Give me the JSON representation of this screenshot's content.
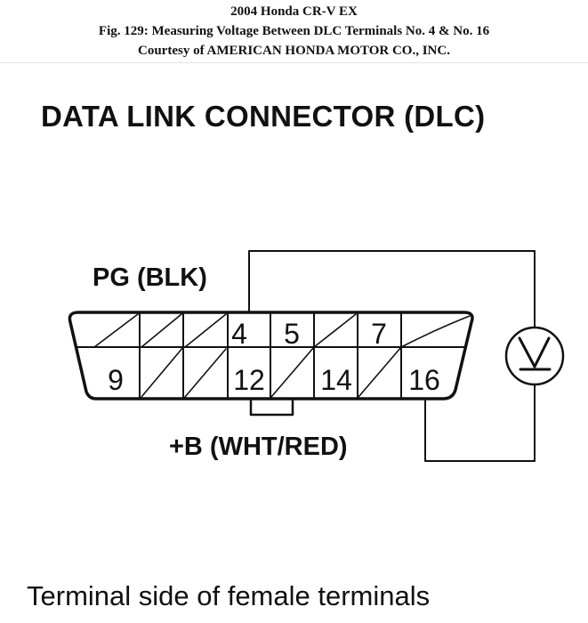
{
  "header": {
    "vehicle": "2004 Honda CR-V EX",
    "figure_title": "Fig. 129: Measuring Voltage Between DLC Terminals No. 4 & No. 16",
    "courtesy": "Courtesy of AMERICAN HONDA MOTOR CO., INC."
  },
  "diagram": {
    "title": "DATA LINK CONNECTOR (DLC)",
    "ground_label": "PG (BLK)",
    "power_label": "+B (WHT/RED)",
    "caption": "Terminal side of female terminals",
    "meter_symbol": "V",
    "terminals": {
      "top_row": [
        "",
        "",
        "",
        "4",
        "5",
        "",
        "7",
        ""
      ],
      "bottom_row": [
        "9",
        "",
        "",
        "12",
        "",
        "14",
        "",
        "16"
      ]
    },
    "probe_terminals": [
      "4",
      "16"
    ],
    "line_color": "#111111"
  }
}
